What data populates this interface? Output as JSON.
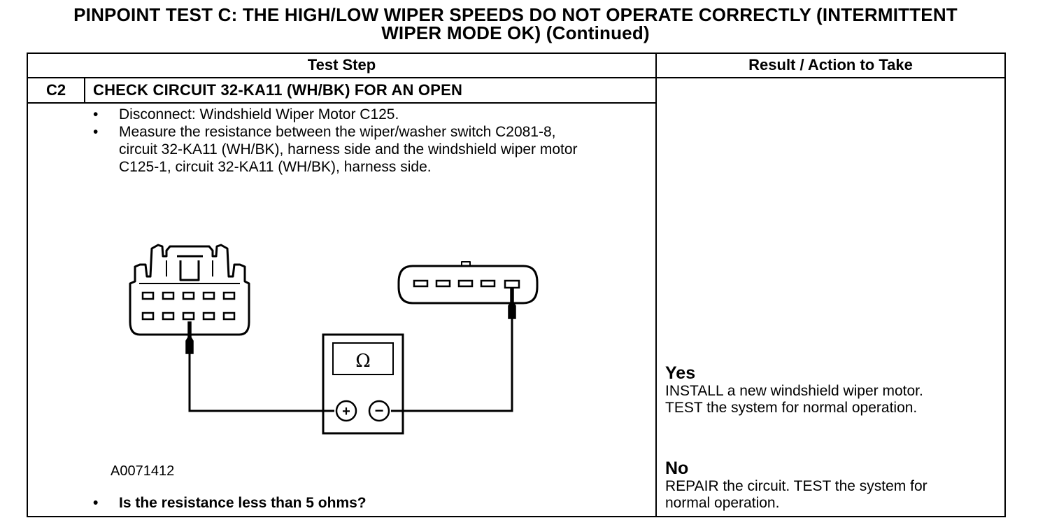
{
  "title": {
    "line1": "PINPOINT TEST  C: THE HIGH/LOW WIPER SPEEDS DO NOT OPERATE CORRECTLY (INTERMITTENT",
    "line2": "WIPER MODE OK) (Continued)"
  },
  "table": {
    "col_test_step": "Test Step",
    "col_result": "Result / Action to Take"
  },
  "step": {
    "id": "C2",
    "title": "CHECK CIRCUIT 32-KA11 (WH/BK) FOR AN OPEN",
    "bullet_symbol": "•",
    "bullets": [
      "Disconnect: Windshield Wiper Motor C125.",
      "Measure the resistance between the wiper/washer switch C2081-8, circuit 32-KA11 (WH/BK), harness side and the windshield wiper motor C125-1, circuit 32-KA11 (WH/BK), harness side."
    ],
    "figure_id": "A0071412",
    "question": "Is the resistance less than 5 ohms?"
  },
  "meter": {
    "display": "Ω",
    "plus": "+",
    "minus": "−"
  },
  "results": {
    "yes": {
      "label": "Yes",
      "line1": "INSTALL a new windshield wiper motor.",
      "line2": "TEST the system for normal operation."
    },
    "no": {
      "label": "No",
      "line1": "REPAIR the circuit. TEST the system for",
      "line2": "normal operation."
    }
  }
}
